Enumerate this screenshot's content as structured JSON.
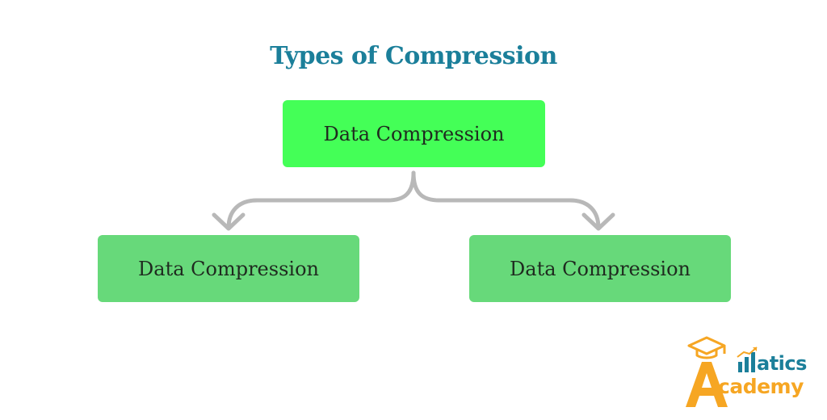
{
  "diagram": {
    "title": "Types of Compression",
    "root": {
      "label": "Data Compression"
    },
    "children": [
      {
        "label": "Data Compression"
      },
      {
        "label": "Data Compression"
      }
    ],
    "colors": {
      "title": "#1b7f9a",
      "root_fill": "#44ff57",
      "child_fill": "#67d97a",
      "connector": "#b8b8b8"
    }
  },
  "logo": {
    "word_top": "atics",
    "word_bottom": "cademy",
    "colors": {
      "teal": "#1b7f9a",
      "orange": "#f6a623"
    }
  }
}
